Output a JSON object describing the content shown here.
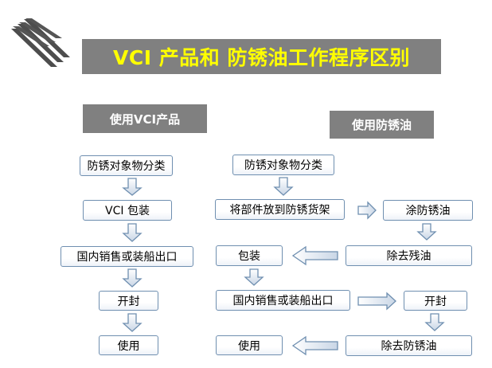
{
  "title": "VCI 产品和 防锈油工作程序区别",
  "left": {
    "header": "使用VCI产品",
    "steps": [
      "防锈对象物分类",
      "VCI 包装",
      "国内销售或装船出口",
      "开封",
      "使用"
    ]
  },
  "right": {
    "header": "使用防锈油",
    "steps": {
      "classify": "防锈对象物分类",
      "rack": "将部件放到防锈货架",
      "apply_oil": "涂防锈油",
      "remove_residue": "除去残油",
      "package": "包装",
      "sell_export": "国内销售或装船出口",
      "unseal": "开封",
      "remove_oil": "除去防锈油",
      "use": "使用"
    }
  },
  "colors": {
    "title_bg": "#808080",
    "title_text": "#ffff00",
    "header_bg": "#808080",
    "header_text": "#ffffff",
    "node_border": "#6f8fb0",
    "arrow_fill": "#dbe4ef",
    "arrow_stroke": "#6f8fb0",
    "decor_arrow": "#4d4d4d"
  }
}
